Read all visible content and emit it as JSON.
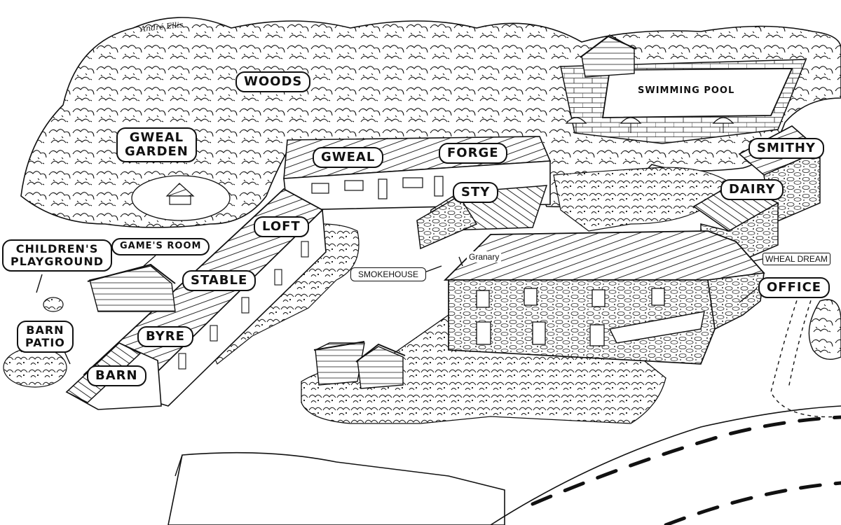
{
  "artist_signature": "André Ellis",
  "labels": {
    "woods": "WOODS",
    "swimming_pool": "SWIMMING POOL",
    "gweal_garden_line1": "GWEAL",
    "gweal_garden_line2": "GARDEN",
    "gweal": "GWEAL",
    "forge": "FORGE",
    "smithy": "SMITHY",
    "sty": "STY",
    "dairy": "DAIRY",
    "loft": "LOFT",
    "childrens_playground_line1": "CHILDREN'S",
    "childrens_playground_line2": "PLAYGROUND",
    "games_room": "GAME'S ROOM",
    "stable": "STABLE",
    "byre": "BYRE",
    "barn_patio_line1": "BARN",
    "barn_patio_line2": "PATIO",
    "barn": "BARN",
    "granary": "Granary",
    "smokehouse": "SMOKEHOUSE",
    "wheal_dream": "WHEAL DREAM",
    "office": "OFFICE"
  }
}
